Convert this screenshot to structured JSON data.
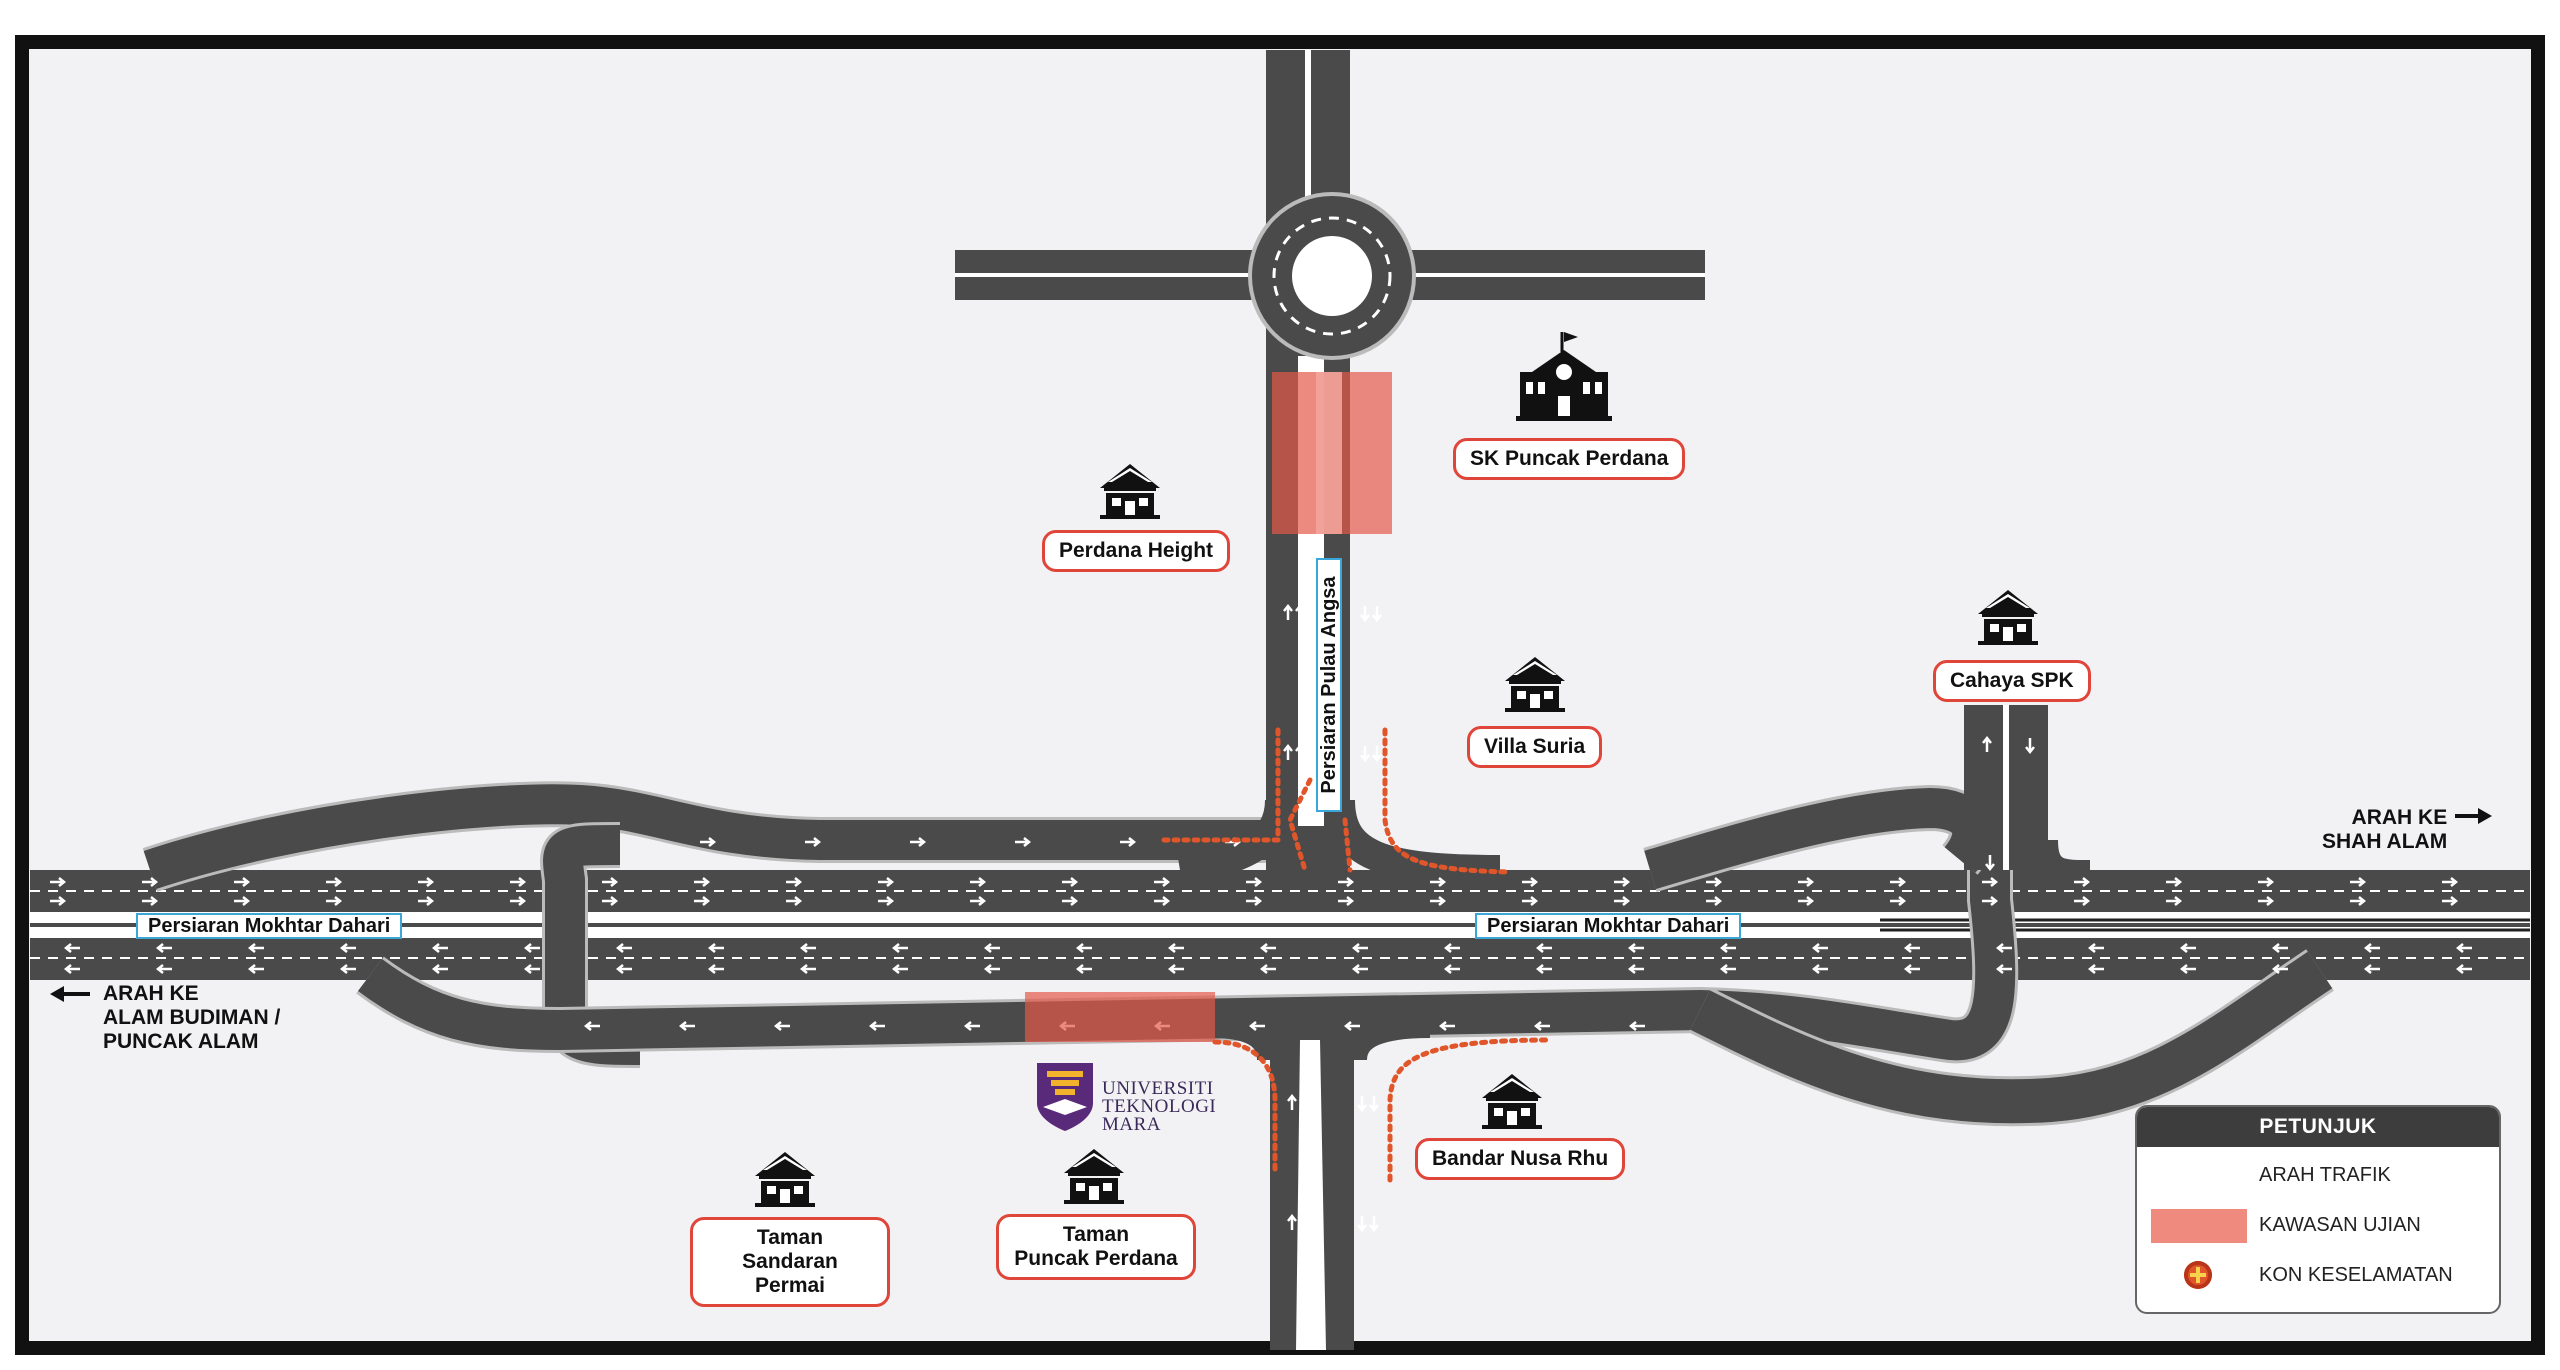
{
  "places": {
    "sk_puncak_perdana": "SK Puncak Perdana",
    "perdana_height": "Perdana Height",
    "villa_suria": "Villa Suria",
    "cahaya_spk": "Cahaya SPK",
    "bandar_nusa_rhu": "Bandar Nusa Rhu",
    "taman_puncak_perdana": "Taman\nPuncak Perdana",
    "taman_sandaran_permai": "Taman\nSandaran Permai"
  },
  "roads": {
    "persiaran_mokhtar_dahari": "Persiaran Mokhtar Dahari",
    "persiaran_pulau_angsa": "Persiaran Pulau Angsa"
  },
  "directions": {
    "shah_alam": "ARAH KE\nSHAH ALAM",
    "alam_budiman": "ARAH KE\nALAM BUDIMAN /\nPUNCAK ALAM"
  },
  "uitm": {
    "line1": "UNIVERSITI",
    "line2": "TEKNOLOGI",
    "line3": "MARA"
  },
  "legend": {
    "title": "PETUNJUK",
    "traffic": "ARAH TRAFIK",
    "test_area": "KAWASAN UJIAN",
    "cone": "KON KESELAMATAN"
  },
  "colors": {
    "road": "#4a4a4a",
    "background": "#f2f1f3",
    "test_area": "#e5584a",
    "cone": "#e0562a",
    "label_border": "#e0453a"
  },
  "icons": [
    "house-icon",
    "school-icon",
    "arrow-left-icon",
    "arrow-right-icon",
    "uitm-logo",
    "cone-icon"
  ]
}
